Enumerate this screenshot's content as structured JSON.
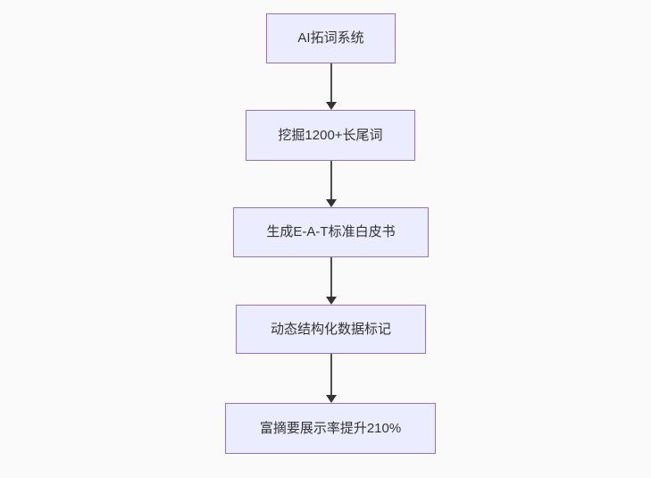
{
  "page": {
    "background_color": "#fafafa"
  },
  "diagram": {
    "type": "flowchart",
    "direction": "top-down",
    "style": {
      "node_fill": "#ECECFF",
      "node_border": "#9370DB",
      "text_color": "#333333",
      "arrow_line_color": "#4e4e4e",
      "arrowhead_color": "#333333"
    },
    "nodes": [
      {
        "id": "A",
        "label": "AI拓词系统"
      },
      {
        "id": "B",
        "label": "挖掘1200+长尾词"
      },
      {
        "id": "C",
        "label": "生成E-A-T标准白皮书"
      },
      {
        "id": "D",
        "label": "动态结构化数据标记"
      },
      {
        "id": "E",
        "label": "富摘要展示率提升210%"
      }
    ],
    "edges": [
      {
        "from": "A",
        "to": "B"
      },
      {
        "from": "B",
        "to": "C"
      },
      {
        "from": "C",
        "to": "D"
      },
      {
        "from": "D",
        "to": "E"
      }
    ]
  }
}
